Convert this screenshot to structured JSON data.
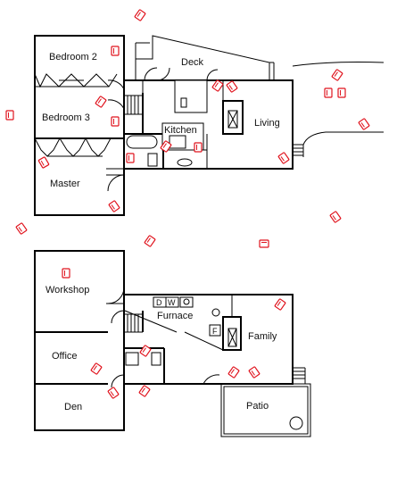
{
  "colors": {
    "wall": "#000000",
    "marker": "#e0141e",
    "background": "#ffffff"
  },
  "upper_floor": {
    "rooms": {
      "bedroom2": "Bedroom 2",
      "bedroom3": "Bedroom 3",
      "master": "Master",
      "kitchen": "Kitchen",
      "deck": "Deck",
      "living": "Living"
    }
  },
  "lower_floor": {
    "rooms": {
      "workshop": "Workshop",
      "office": "Office",
      "den": "Den",
      "furnace": "Furnace",
      "family": "Family",
      "patio": "Patio"
    },
    "appliances": {
      "dryer": "D",
      "washer": "W",
      "fireplace": "F"
    }
  },
  "marker_icon": "outlet-marker-icon"
}
